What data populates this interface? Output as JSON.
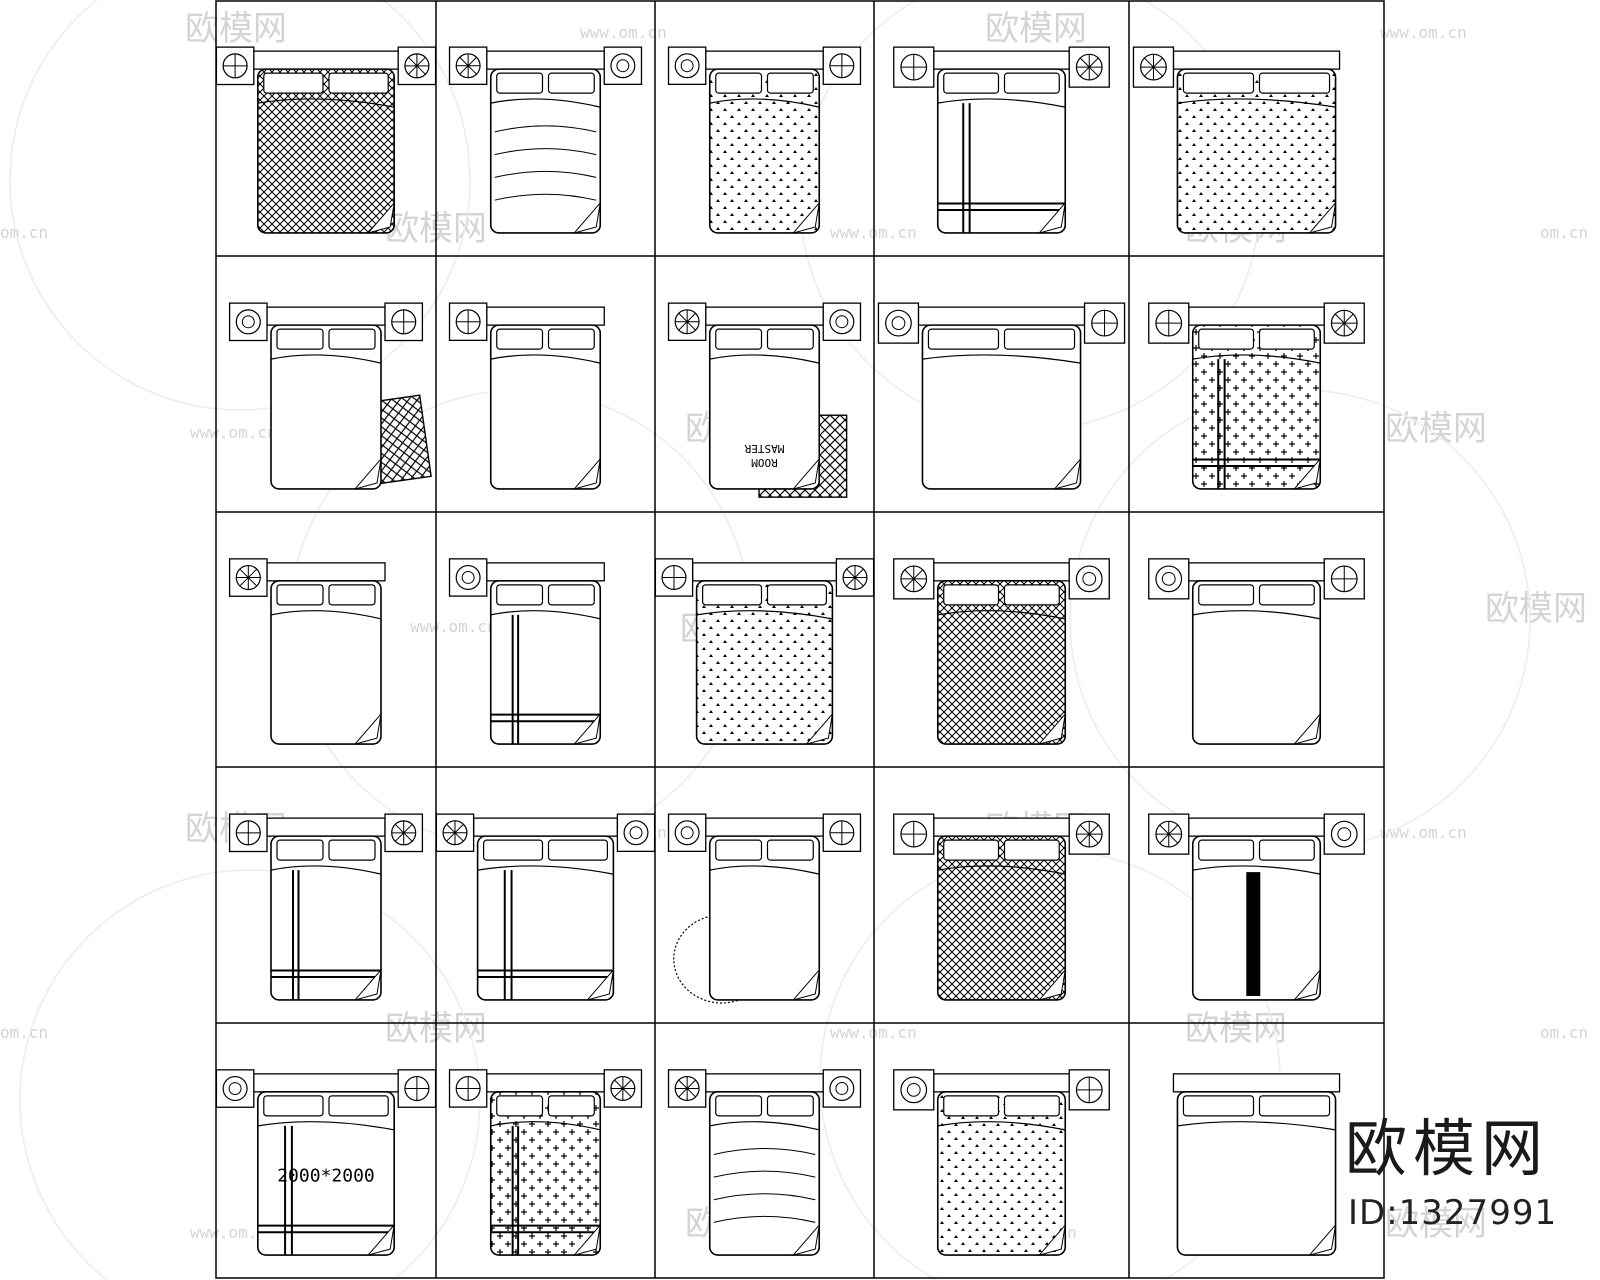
{
  "catalog": {
    "rows": 5,
    "cols": 5,
    "blocks": [
      {
        "name": "bed-block-r1c1",
        "pattern": "hatch",
        "nightstands": 2,
        "runner": false
      },
      {
        "name": "bed-block-r1c2",
        "pattern": "waves",
        "nightstands": 2,
        "runner": false
      },
      {
        "name": "bed-block-r1c3",
        "pattern": "dots",
        "nightstands": 2,
        "runner": false
      },
      {
        "name": "bed-block-r1c4",
        "pattern": "stripes",
        "nightstands": 2,
        "runner": false
      },
      {
        "name": "bed-block-r1c5",
        "pattern": "dots",
        "nightstands": 1,
        "runner": false
      },
      {
        "name": "bed-block-r2c1",
        "pattern": "rug",
        "nightstands": 2,
        "runner": false
      },
      {
        "name": "bed-block-r2c2",
        "pattern": "plain",
        "nightstands": 1,
        "runner": false
      },
      {
        "name": "bed-block-r2c3",
        "pattern": "rug",
        "nightstands": 2,
        "runner": false
      },
      {
        "name": "bed-block-r2c4",
        "pattern": "plain",
        "nightstands": 2,
        "runner": false
      },
      {
        "name": "bed-block-r2c5",
        "pattern": "crosses",
        "nightstands": 2,
        "runner": false
      },
      {
        "name": "bed-block-r3c1",
        "pattern": "plain",
        "nightstands": 1,
        "runner": false
      },
      {
        "name": "bed-block-r3c2",
        "pattern": "stripes",
        "nightstands": 1,
        "runner": false
      },
      {
        "name": "bed-block-r3c3",
        "pattern": "dots",
        "nightstands": 2,
        "runner": false
      },
      {
        "name": "bed-block-r3c4",
        "pattern": "hatch",
        "nightstands": 2,
        "runner": false
      },
      {
        "name": "bed-block-r3c5",
        "pattern": "plain",
        "nightstands": 2,
        "runner": false
      },
      {
        "name": "bed-block-r4c1",
        "pattern": "stripes",
        "nightstands": 2,
        "runner": false
      },
      {
        "name": "bed-block-r4c2",
        "pattern": "stripes",
        "nightstands": 2,
        "runner": false
      },
      {
        "name": "bed-block-r4c3",
        "pattern": "rug",
        "nightstands": 2,
        "runner": false
      },
      {
        "name": "bed-block-r4c4",
        "pattern": "hatch",
        "nightstands": 2,
        "runner": false
      },
      {
        "name": "bed-block-r4c5",
        "pattern": "plain",
        "nightstands": 2,
        "runner": true
      },
      {
        "name": "bed-block-r5c1",
        "pattern": "stripes",
        "nightstands": 2,
        "runner": false,
        "label": "2000*2000"
      },
      {
        "name": "bed-block-r5c2",
        "pattern": "crosses",
        "nightstands": 2,
        "runner": false
      },
      {
        "name": "bed-block-r5c3",
        "pattern": "waves",
        "nightstands": 2,
        "runner": false
      },
      {
        "name": "bed-block-r5c4",
        "pattern": "dots",
        "nightstands": 2,
        "runner": false
      },
      {
        "name": "bed-block-r5c5",
        "pattern": "plain",
        "nightstands": 0,
        "runner": false
      }
    ]
  },
  "rug_text": [
    "MASTER",
    "ROOM"
  ],
  "watermark": {
    "brand": "欧模网",
    "url": "www.om.cn",
    "url_short": "om.cn"
  },
  "brand_mark": "欧模网",
  "brand_id": "ID:1327991",
  "colors": {
    "line": "#000000",
    "watermark": "#d4d4d4",
    "background": "#ffffff"
  }
}
